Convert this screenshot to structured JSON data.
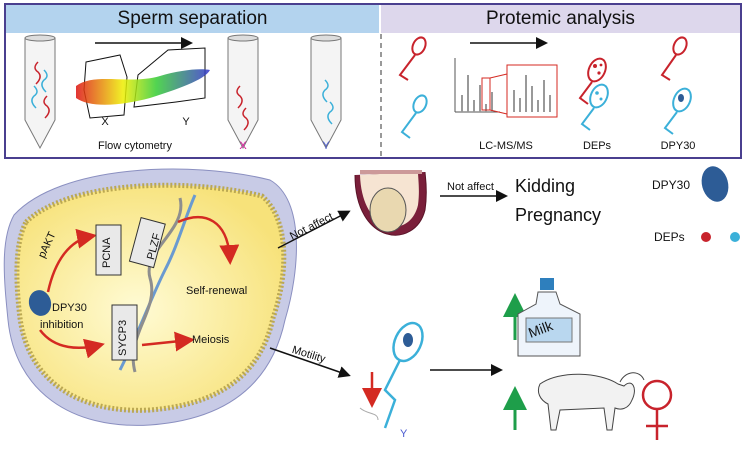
{
  "panel_left": {
    "title": "Sperm separation",
    "flow_label": "Flow cytometry",
    "gate_x": "X",
    "gate_y": "Y",
    "tube_x": "X",
    "tube_y": "Y"
  },
  "panel_right": {
    "title": "Protemic analysis",
    "lcms_label": "LC-MS/MS",
    "deps_label": "DEPs",
    "dpy30_label": "DPY30"
  },
  "cell": {
    "pakt": "pAKT",
    "pcna": "PCNA",
    "plzf": "PLZF",
    "sycp3": "SYCP3",
    "dpy30": "DPY30",
    "inhibition": "inhibition",
    "self_renewal": "Self-renewal",
    "meiosis": "Meiosis"
  },
  "outcomes": {
    "not_affect_1": "Not affect",
    "not_affect_2": "Not affect",
    "kidding": "Kidding",
    "pregnancy": "Pregnancy",
    "motility": "Motility",
    "sperm_y": "Y",
    "milk": "Milk"
  },
  "legend": {
    "dpy30": "DPY30",
    "deps": "DEPs"
  },
  "colors": {
    "red_sperm": "#c8232c",
    "blue_sperm": "#3bb0d9",
    "arrow_red": "#d42a22",
    "arrow_green": "#1e9e4a",
    "frame": "#4a3f8f"
  }
}
